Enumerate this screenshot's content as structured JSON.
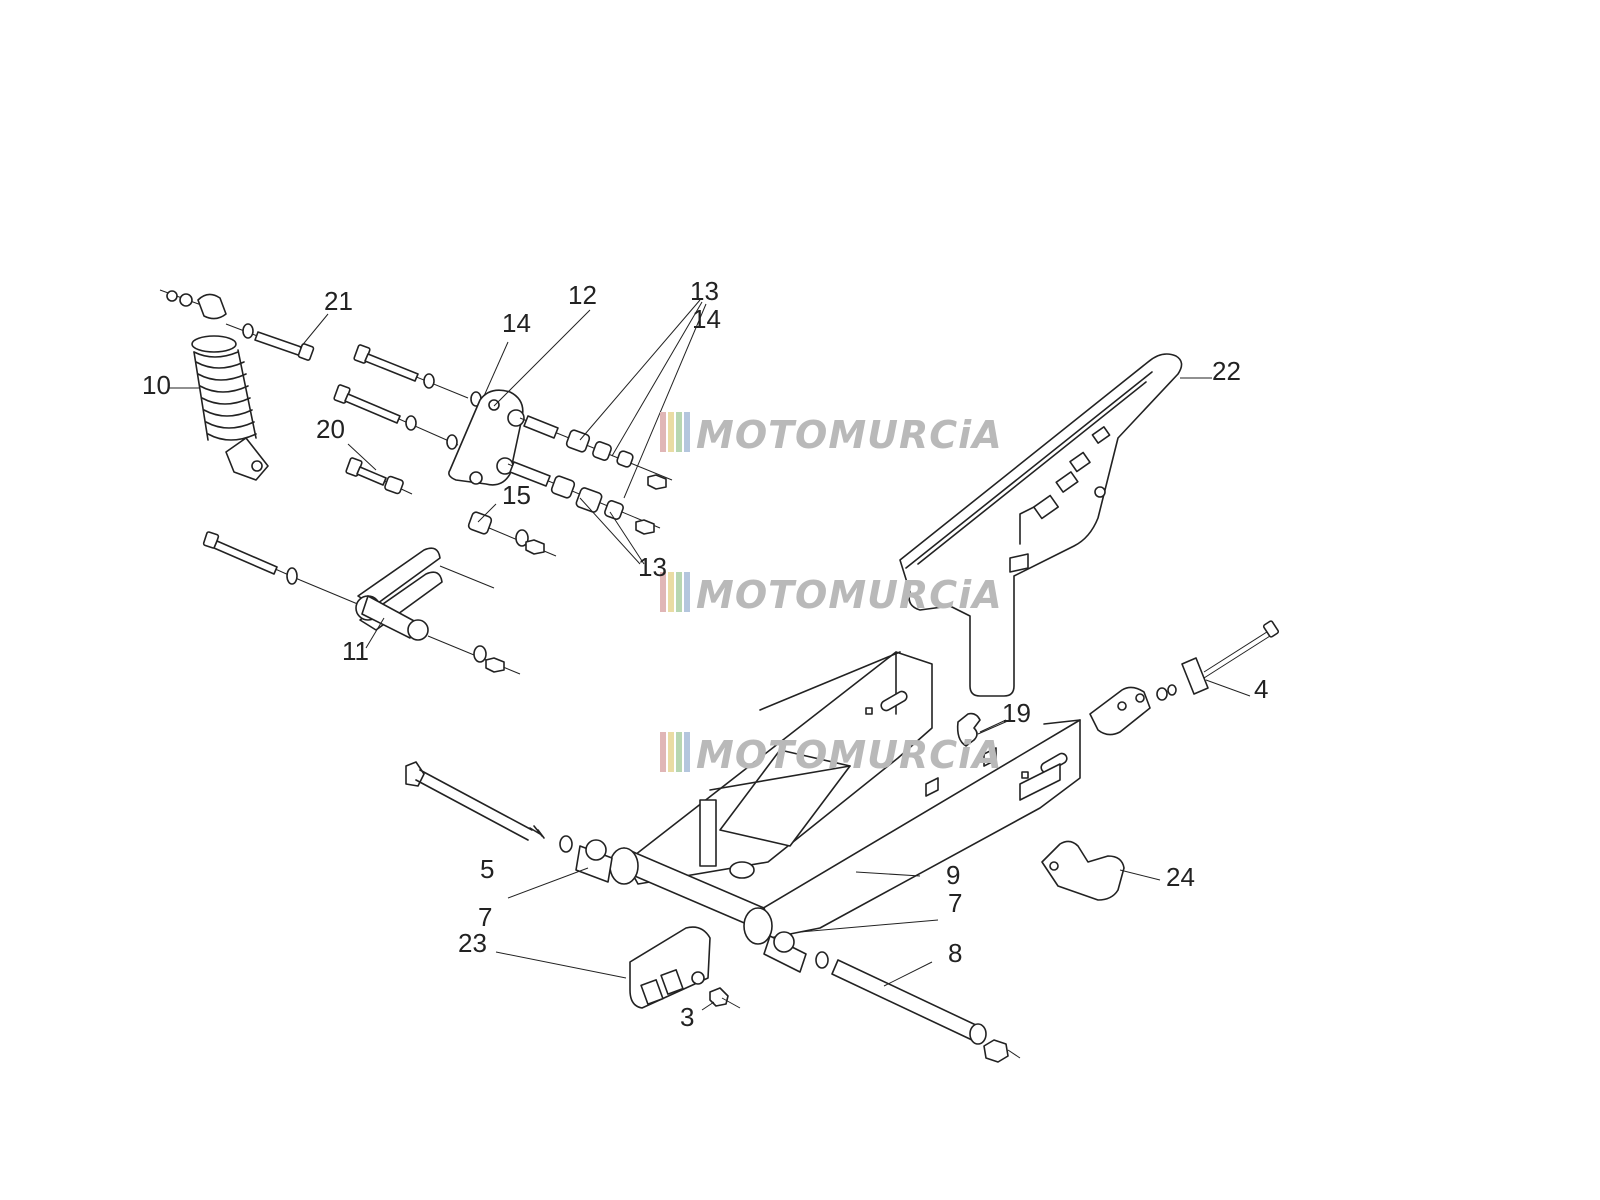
{
  "watermark": {
    "text": "MOTOMURCiA",
    "stripe_colors": [
      "#e0b6b6",
      "#e9dca4",
      "#b7d6b1",
      "#b4c6dd"
    ]
  },
  "callouts": {
    "n21": "21",
    "n10": "10",
    "n14a": "14",
    "n12": "12",
    "n13a": "13",
    "n14b": "14",
    "n20": "20",
    "n15": "15",
    "n13b": "13",
    "n11": "11",
    "n22": "22",
    "n4": "4",
    "n19": "19",
    "n5": "5",
    "n9": "9",
    "n7a": "7",
    "n7b": "7",
    "n23": "23",
    "n8": "8",
    "n24": "24",
    "n3": "3"
  }
}
